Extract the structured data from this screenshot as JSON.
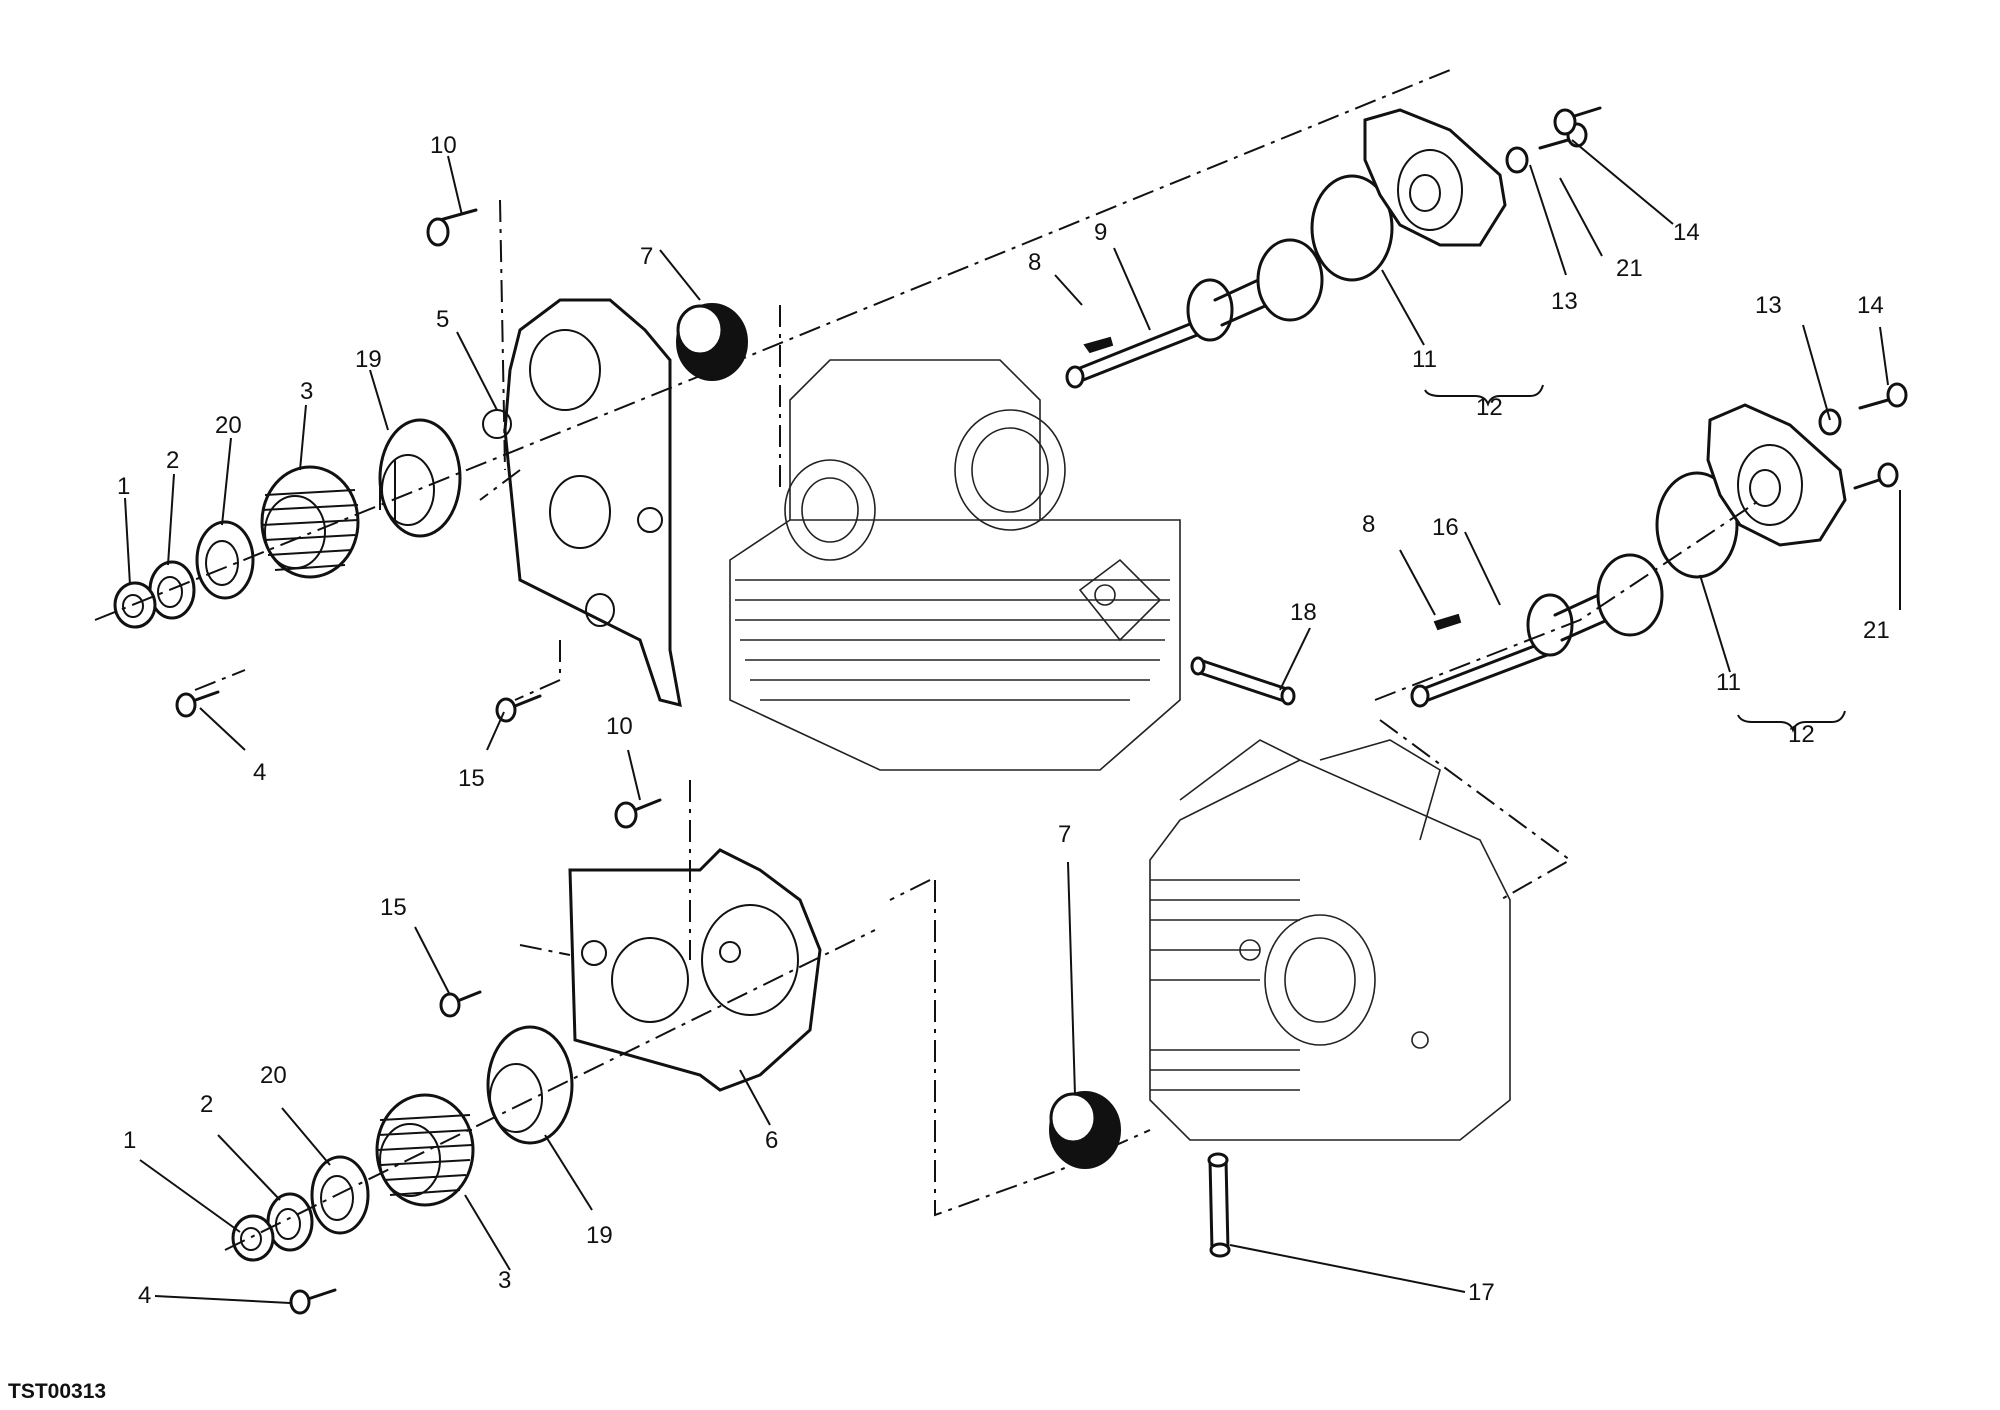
{
  "drawing_code": "TST00313",
  "callouts": [
    {
      "id": "c10a",
      "text": "10"
    },
    {
      "id": "c7a",
      "text": "7"
    },
    {
      "id": "c5",
      "text": "5"
    },
    {
      "id": "c19a",
      "text": "19"
    },
    {
      "id": "c3a",
      "text": "3"
    },
    {
      "id": "c20a",
      "text": "20"
    },
    {
      "id": "c2a",
      "text": "2"
    },
    {
      "id": "c1a",
      "text": "1"
    },
    {
      "id": "c4a",
      "text": "4"
    },
    {
      "id": "c15a",
      "text": "15"
    },
    {
      "id": "c8a",
      "text": "8"
    },
    {
      "id": "c9",
      "text": "9"
    },
    {
      "id": "c11a",
      "text": "11"
    },
    {
      "id": "c12a",
      "text": "12"
    },
    {
      "id": "c13a",
      "text": "13"
    },
    {
      "id": "c14a",
      "text": "14"
    },
    {
      "id": "c21a",
      "text": "21"
    },
    {
      "id": "c13b",
      "text": "13"
    },
    {
      "id": "c14b",
      "text": "14"
    },
    {
      "id": "c16",
      "text": "16"
    },
    {
      "id": "c8b",
      "text": "8"
    },
    {
      "id": "c18",
      "text": "18"
    },
    {
      "id": "c11b",
      "text": "11"
    },
    {
      "id": "c12b",
      "text": "12"
    },
    {
      "id": "c21b",
      "text": "21"
    },
    {
      "id": "c10b",
      "text": "10"
    },
    {
      "id": "c15b",
      "text": "15"
    },
    {
      "id": "c7b",
      "text": "7"
    },
    {
      "id": "c20b",
      "text": "20"
    },
    {
      "id": "c2b",
      "text": "2"
    },
    {
      "id": "c1b",
      "text": "1"
    },
    {
      "id": "c6",
      "text": "6"
    },
    {
      "id": "c19b",
      "text": "19"
    },
    {
      "id": "c3b",
      "text": "3"
    },
    {
      "id": "c4b",
      "text": "4"
    },
    {
      "id": "c17",
      "text": "17"
    }
  ]
}
